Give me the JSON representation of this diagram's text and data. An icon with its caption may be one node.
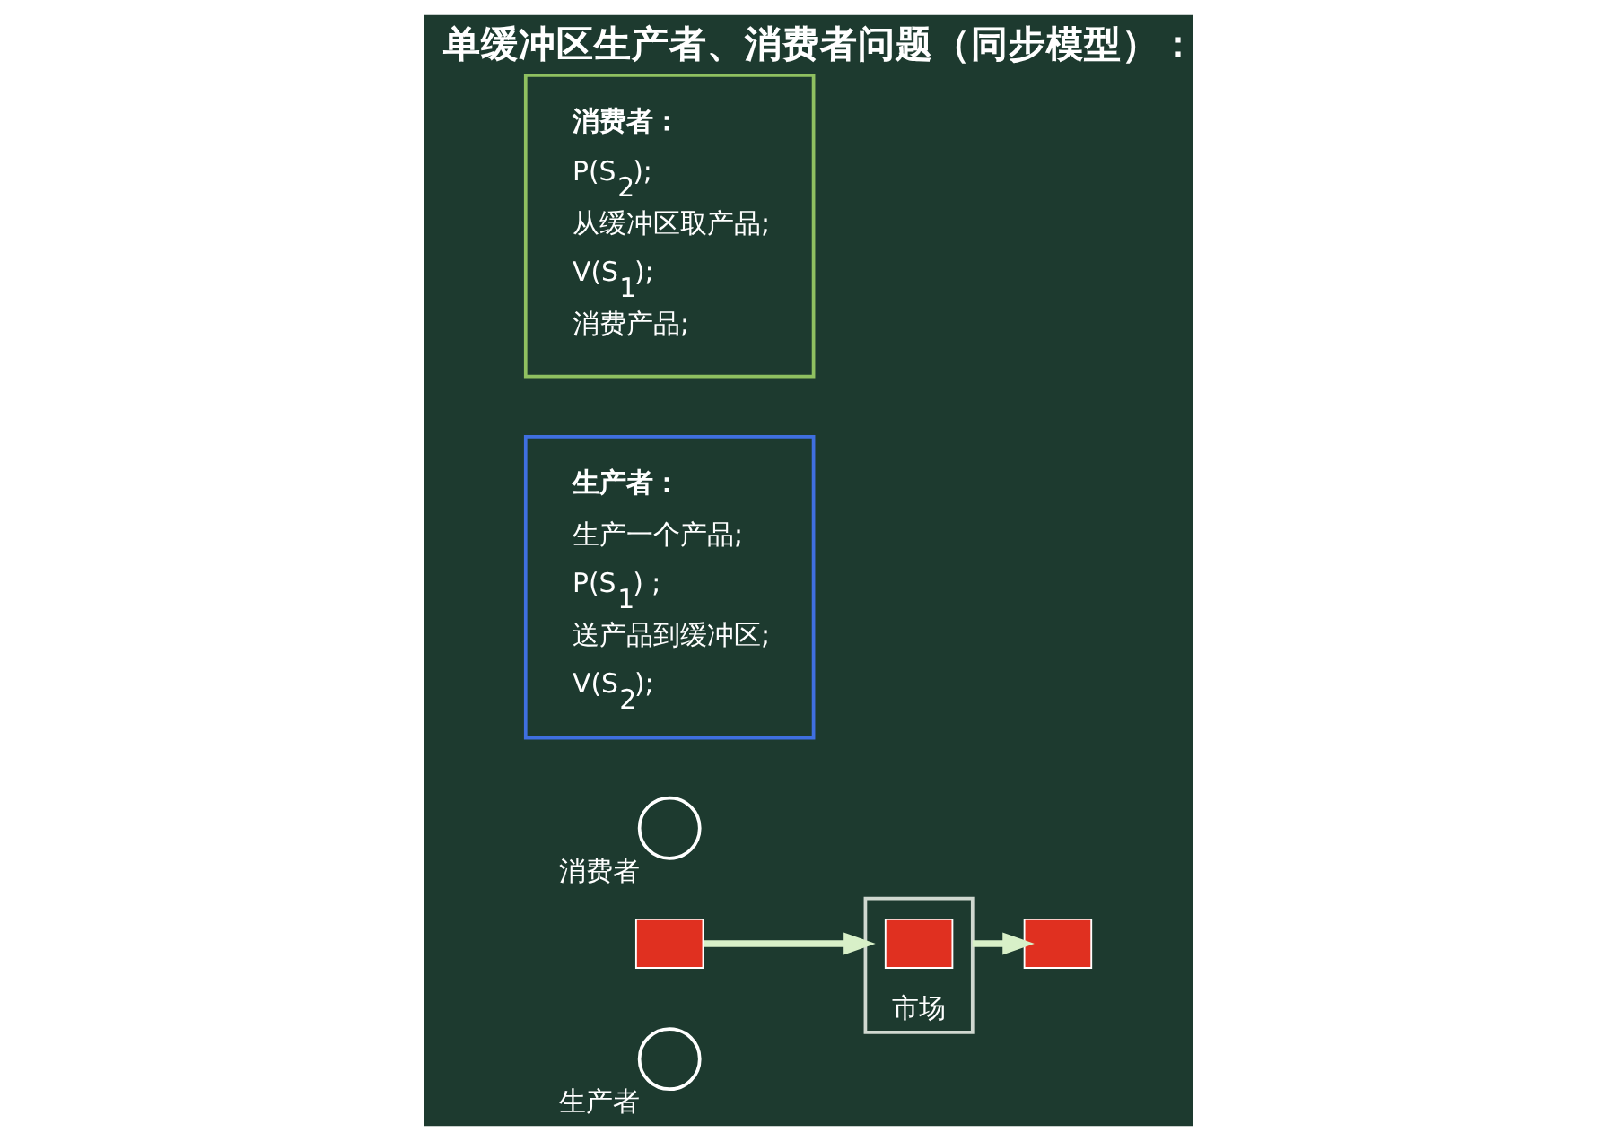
{
  "diagram": {
    "title": "单缓冲区生产者、消费者问题（同步模型）：",
    "nodes": [
      {
        "text": [],
        "shape": "person",
        "beside": [
          "生产者"
        ]
      },
      {
        "text": [],
        "shape": "box"
      },
      {
        "text": [
          "市场"
        ]
      },
      {
        "text": [],
        "shape": "box",
        "in": 2
      },
      {
        "text": [],
        "shape": "box"
      },
      {
        "text": [],
        "shape": "person",
        "beside": [
          "消费者"
        ]
      },
      {
        "text": [
          "生产者：",
          "生产一个产品;",
          "P(S$_{1}$) ;",
          "送产品到缓冲区;",
          "V(S$_{2}$);"
        ]
      },
      {
        "text": [
          "消费者：",
          "P(S$_{2}$);",
          "从缓冲区取产品;",
          "V(S$_{1}$);",
          "消费产品;"
        ]
      }
    ],
    "edges": [
      {
        "from": 1,
        "to": 2,
        "arrow": "to"
      },
      {
        "from": 2,
        "to": 4,
        "arrow": "to"
      }
    ]
  }
}
